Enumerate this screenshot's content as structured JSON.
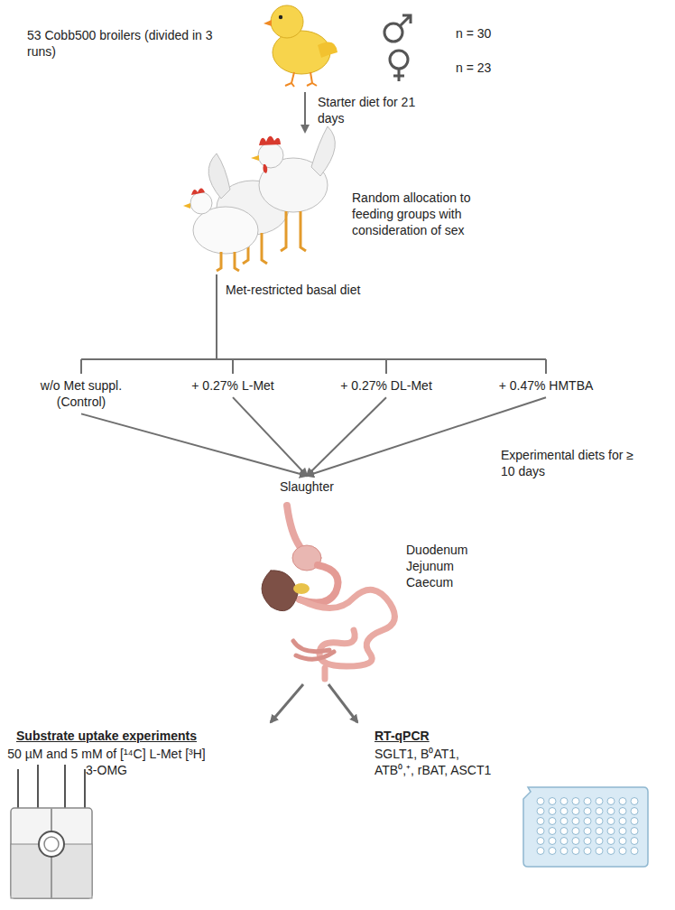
{
  "diagram": {
    "nodes": [
      {
        "text": [
          "w/o Met suppl. (Control)"
        ]
      },
      {
        "text": [
          "+ 0.27% L-Met"
        ]
      },
      {
        "text": [
          "+ 0.27% DL-Met"
        ]
      },
      {
        "text": [
          "+ 0.47% HMTBA"
        ]
      },
      {
        "text": [
          "Slaughter"
        ]
      },
      {
        "text": [
          "Substrate uptake experiments",
          "50 µM and 5 mM of [¹⁴C] L-Met [³H] 3-OMG"
        ]
      },
      {
        "text": [
          "RT-qPCR",
          "SGLT1, B⁰AT1, ATB⁰,⁺, rBAT, ASCT1"
        ]
      }
    ],
    "edges": [
      {
        "from": 0,
        "to": 4,
        "arrow": "to"
      },
      {
        "from": 1,
        "to": 4,
        "arrow": "to"
      },
      {
        "from": 2,
        "to": 4,
        "arrow": "to"
      },
      {
        "from": 3,
        "to": 4,
        "arrow": "to"
      }
    ],
    "labels": [
      "53 Cobb500 broilers (divided in 3 runs)",
      "n = 30",
      "n = 23",
      "Starter diet for 21 days",
      "Random allocation to feeding groups with consideration of sex",
      "Met-restricted basal diet",
      "Experimental diets for ≥ 10 days",
      "Duodenum Jejunum Caecum"
    ]
  }
}
